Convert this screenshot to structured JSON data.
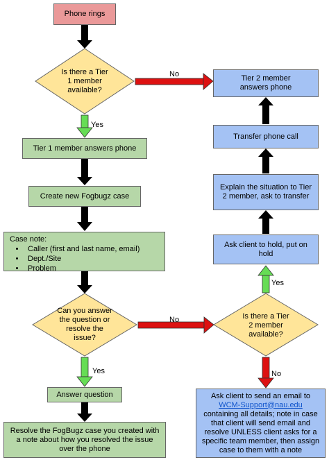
{
  "nodes": {
    "phone_rings": "Phone rings",
    "tier1_available": "Is there a Tier 1 member available?",
    "tier1_answers": "Tier 1 member answers phone",
    "create_case": "Create new Fogbugz case",
    "case_note_title": "Case note:",
    "case_note_items": [
      "Caller (first and last name, email)",
      "Dept./Site",
      "Problem"
    ],
    "can_you_answer": "Can you answer the question or resolve the issue?",
    "answer_question": "Answer question",
    "resolve_case": "Resolve the FogBugz case you created with a note about how you resolved the issue over the phone",
    "tier2_answers": "Tier 2 member answers phone",
    "transfer_call": "Transfer phone call",
    "explain_situation": "Explain the situation to Tier 2 member, ask to transfer",
    "ask_hold": "Ask client to hold, put on hold",
    "tier2_available": "Is there a Tier 2 member available?",
    "send_email_pre": "Ask client to send an email to",
    "send_email_address": "WCM-Support@nau.edu",
    "send_email_post": "containing all details; note in case that client will send email and resolve UNLESS client asks for a specific team member, then assign case to them with a note"
  },
  "edges": {
    "yes": "Yes",
    "no": "No"
  },
  "colors": {
    "start": "#ea9999",
    "process_green": "#b6d7a8",
    "process_blue": "#a4c2f4",
    "decision": "#ffe599",
    "arrow_black": "#000000",
    "arrow_yes": "#66dd55",
    "arrow_no": "#dd1111"
  }
}
